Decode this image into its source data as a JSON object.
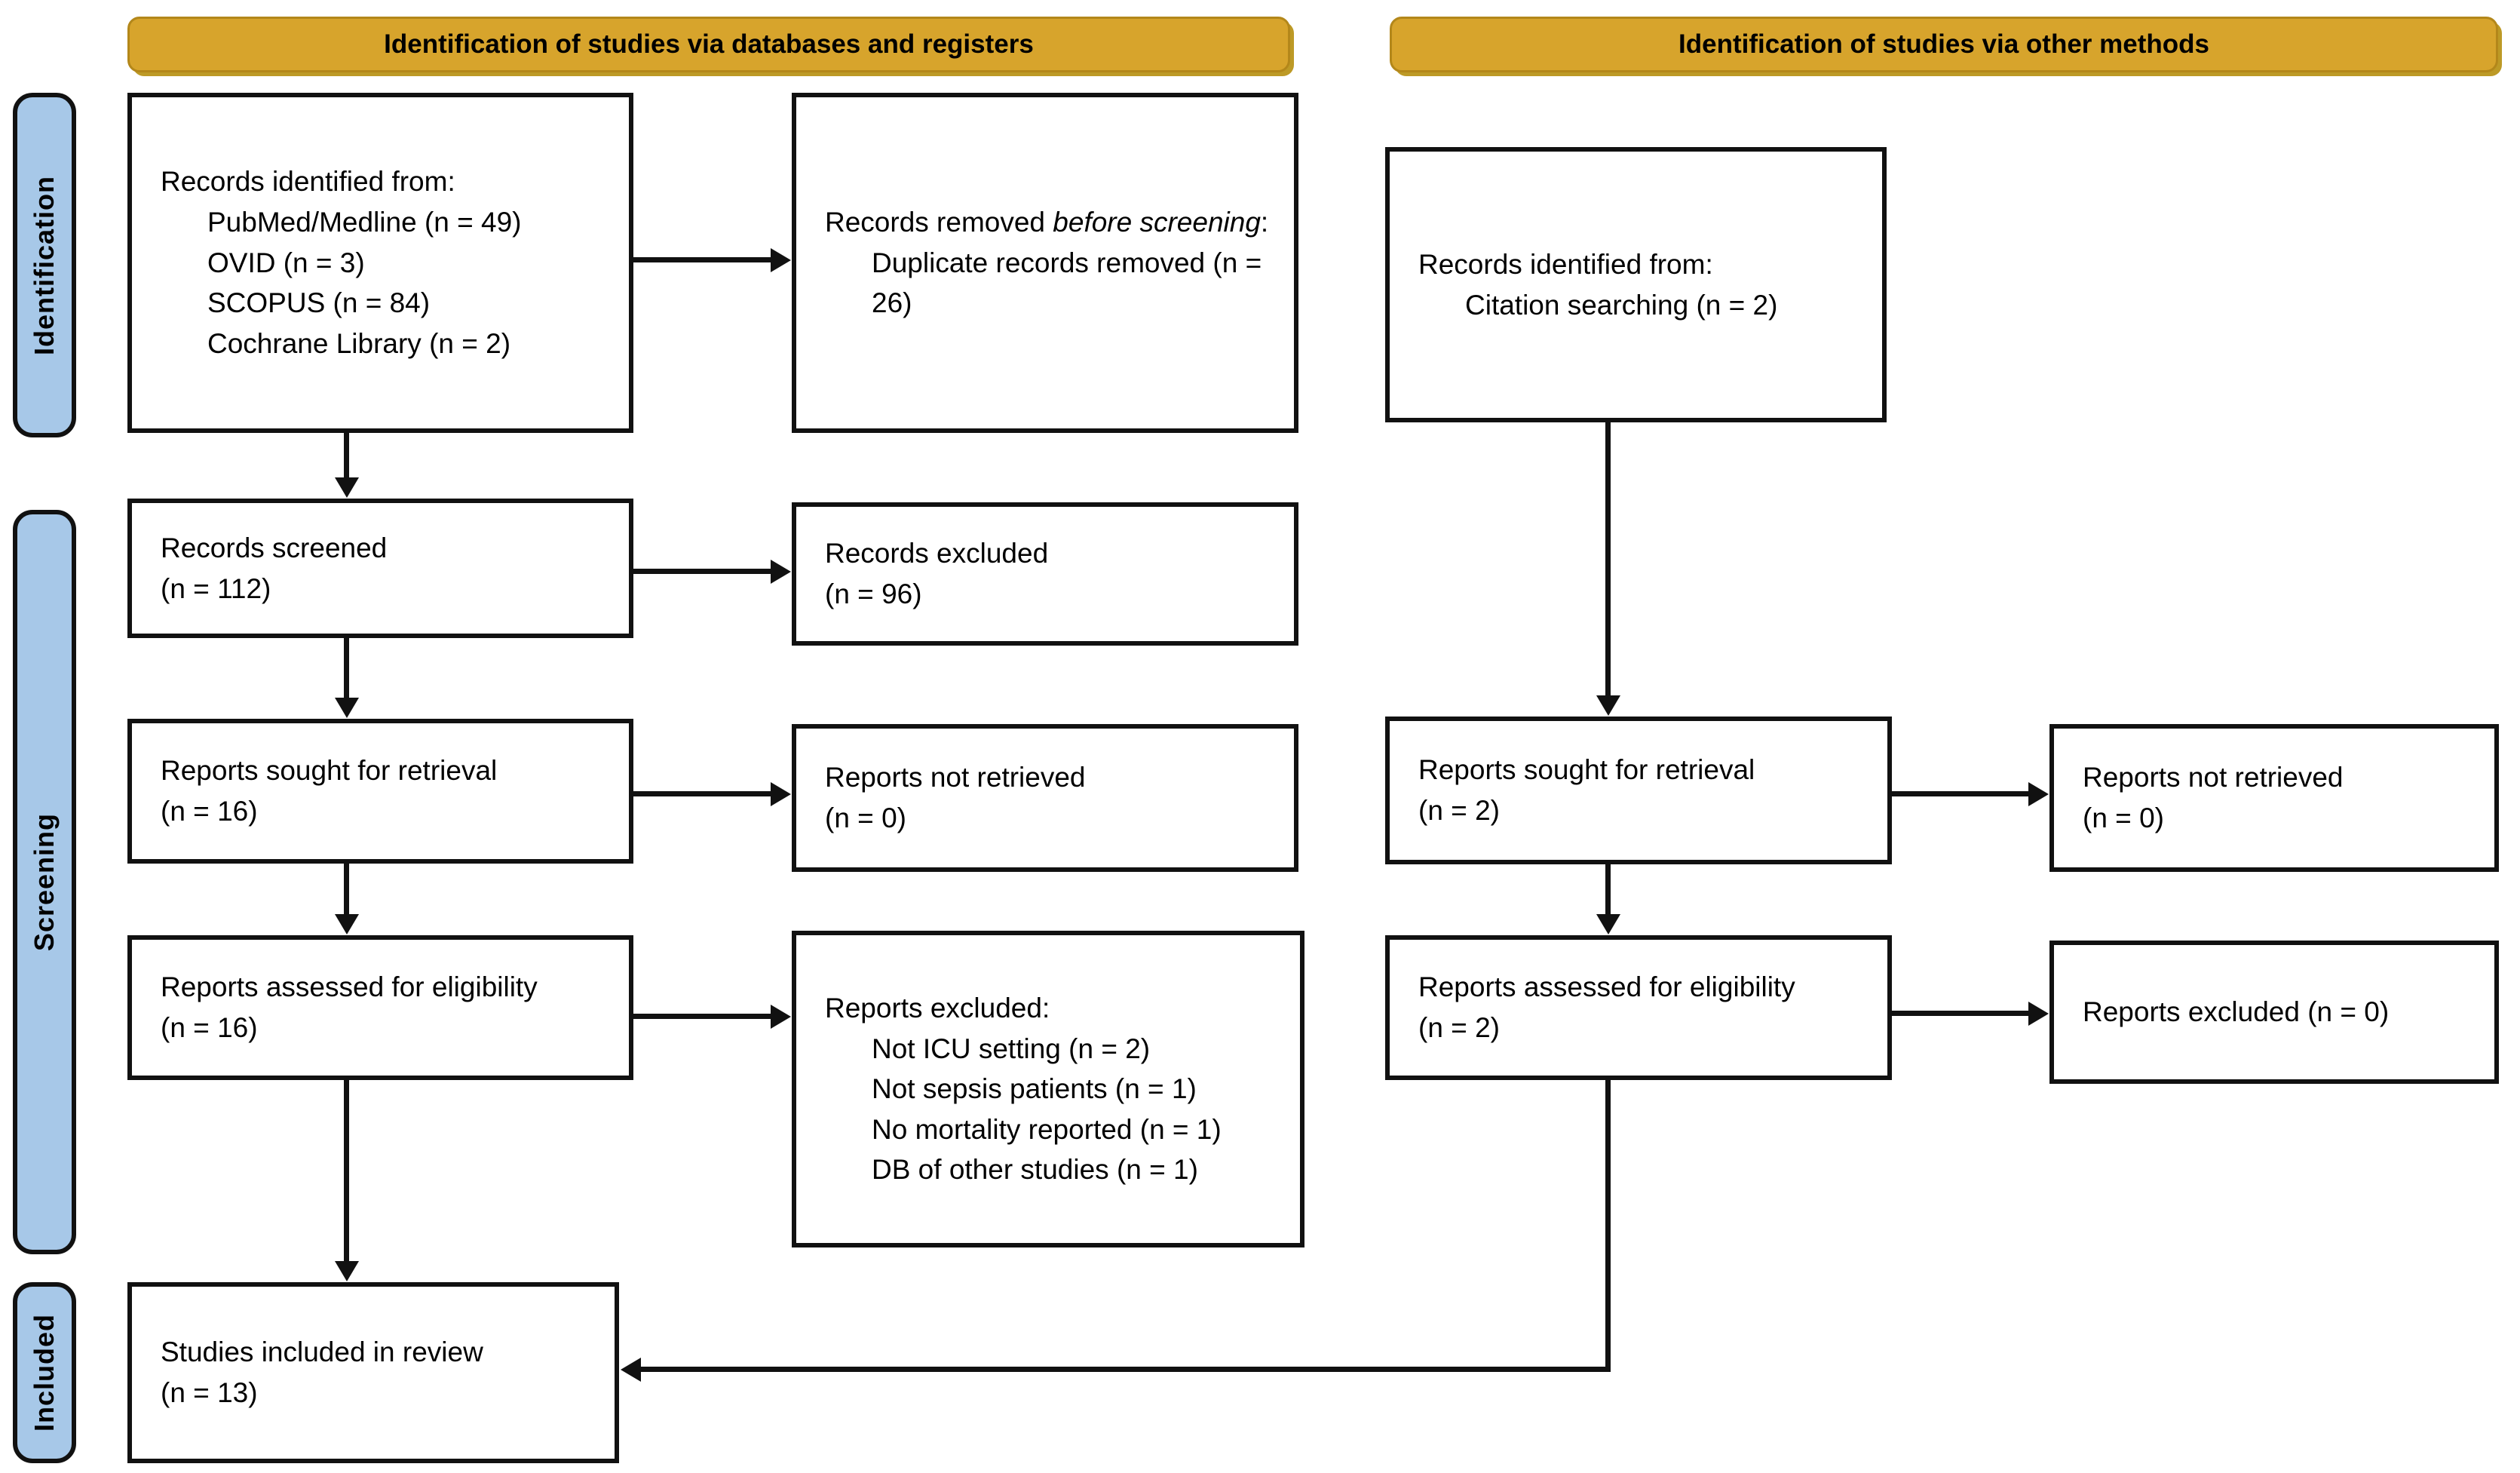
{
  "diagram": {
    "banners": {
      "databases": "Identification of studies via databases and registers",
      "other": "Identification of studies via other methods"
    },
    "stages": {
      "identification": "Identification",
      "screening": "Screening",
      "included": "Included"
    },
    "colors": {
      "banner_gold": "#d7a42c",
      "banner_border": "#b3871a",
      "banner_shadow": "#bd9a26",
      "stage_blue": "#a7c8e8",
      "box_border": "#111111"
    },
    "boxes": {
      "records_identified": {
        "title": "Records identified from:",
        "items": [
          "PubMed/Medline (n = 49)",
          "OVID (n = 3)",
          "SCOPUS (n = 84)",
          "Cochrane Library (n = 2)"
        ]
      },
      "records_removed": {
        "prefix": "Records removed ",
        "italic": "before screening",
        "suffix": ":",
        "items": [
          "Duplicate records removed (n = 26)"
        ]
      },
      "citation_identified": {
        "title": "Records identified from:",
        "items": [
          "Citation searching (n = 2)"
        ]
      },
      "records_screened": {
        "line1": "Records screened",
        "line2": "(n = 112)"
      },
      "records_excluded": {
        "line1": "Records excluded",
        "line2": "(n = 96)"
      },
      "reports_sought_db": {
        "line1": "Reports sought for retrieval",
        "line2": "(n = 16)"
      },
      "reports_not_retrieved_db": {
        "line1": "Reports not retrieved",
        "line2": "(n = 0)"
      },
      "reports_sought_other": {
        "line1": "Reports sought for retrieval",
        "line2": "(n = 2)"
      },
      "reports_not_retrieved_other": {
        "line1": "Reports not retrieved",
        "line2": "(n = 0)"
      },
      "reports_assessed_db": {
        "line1": "Reports assessed for eligibility",
        "line2": "(n = 16)"
      },
      "reports_excluded_reasons": {
        "title": "Reports excluded:",
        "items": [
          "Not ICU setting (n = 2)",
          "Not sepsis patients (n = 1)",
          "No mortality reported (n = 1)",
          "DB of other studies (n = 1)"
        ]
      },
      "reports_assessed_other": {
        "line1": "Reports assessed for eligibility",
        "line2": "(n = 2)"
      },
      "reports_excluded_other": {
        "line1": "Reports excluded (n = 0)"
      },
      "studies_included": {
        "line1": "Studies included in review",
        "line2": "(n = 13)"
      }
    }
  }
}
